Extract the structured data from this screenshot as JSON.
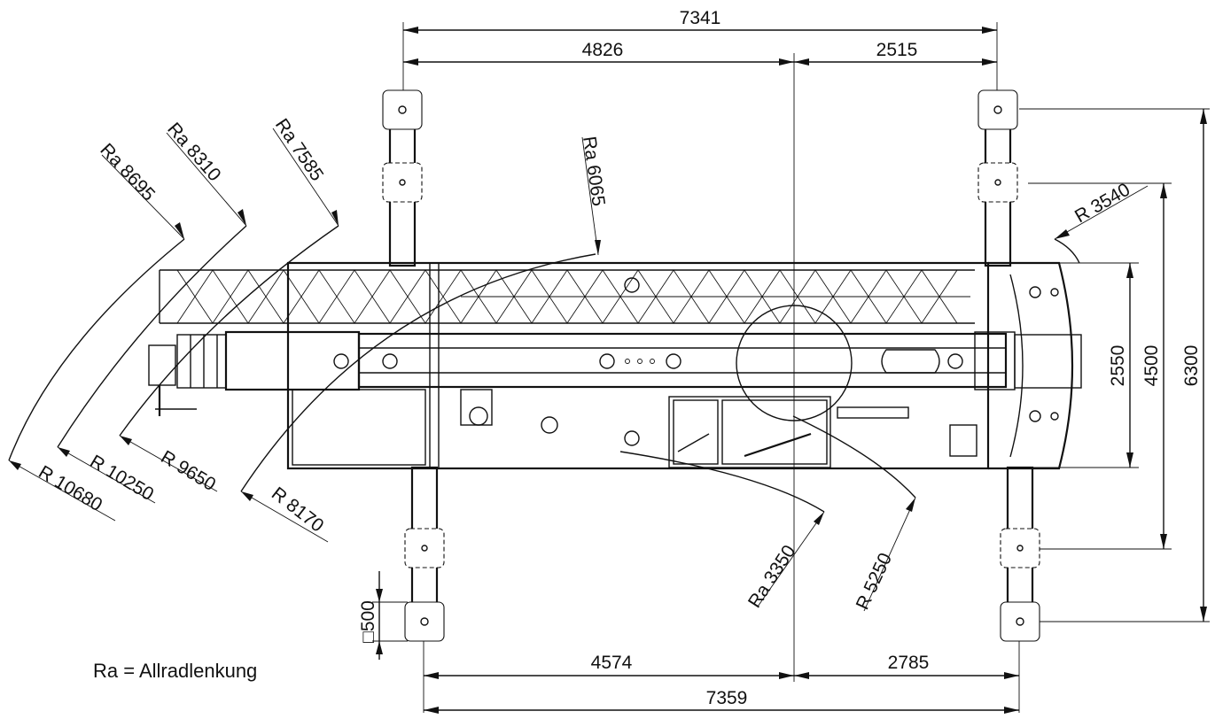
{
  "dimensions": {
    "overall_top": "7341",
    "top_left": "4826",
    "top_right": "2515",
    "overall_bottom": "7359",
    "bottom_left": "4574",
    "bottom_right": "2785",
    "height_2550": "2550",
    "height_4500": "4500",
    "height_6300": "6300",
    "pad_size": "□500"
  },
  "radii": {
    "ra_8695": "Ra 8695",
    "ra_8310": "Ra 8310",
    "ra_7585": "Ra 7585",
    "ra_6065": "Ra 6065",
    "r_3540": "R 3540",
    "r_10680": "R 10680",
    "r_10250": "R 10250",
    "r_9650": "R 9650",
    "r_8170": "R 8170",
    "ra_3350": "Ra 3350",
    "r_5250": "R 5250"
  },
  "legend": {
    "note": "Ra = Allradlenkung"
  }
}
